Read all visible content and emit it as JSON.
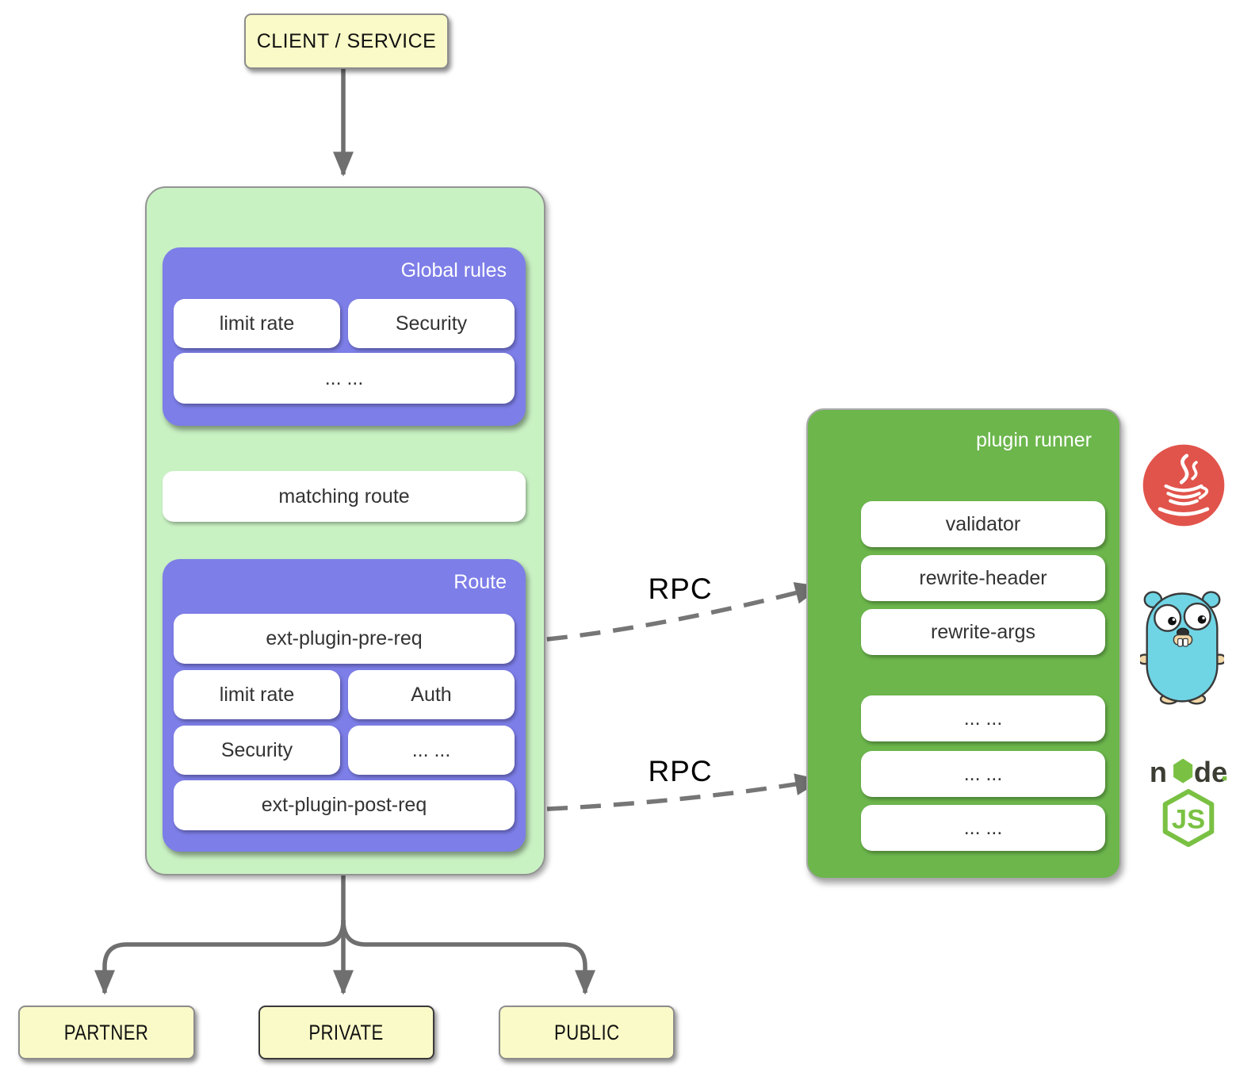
{
  "client": {
    "label": "CLIENT / SERVICE"
  },
  "gateway": {
    "global_rules": {
      "title": "Global rules",
      "items": [
        "limit rate",
        "Security",
        "... ..."
      ]
    },
    "matching_route": {
      "label": "matching route"
    },
    "route": {
      "title": "Route",
      "pre_plugin": "ext-plugin-pre-req",
      "items": [
        "limit rate",
        "Auth",
        "Security",
        "... ..."
      ],
      "post_plugin": "ext-plugin-post-req"
    }
  },
  "plugin_runner": {
    "title": "plugin runner",
    "rpc_group_top": [
      "validator",
      "rewrite-header",
      "rewrite-args"
    ],
    "rpc_group_bottom": [
      "... ...",
      "... ...",
      "... ..."
    ]
  },
  "rpc": {
    "top_label": "RPC",
    "bottom_label": "RPC"
  },
  "runtimes": {
    "java": "java-icon",
    "go": "go-gopher-icon",
    "node": {
      "text_prefix": "n",
      "text_suffix": "de",
      "hex_label": "JS"
    }
  },
  "downstream": {
    "items": [
      "PARTNER",
      "PRIVATE",
      "PUBLIC"
    ]
  },
  "colors": {
    "client_yellow": "#fafac8",
    "gateway_green": "#c9f2c3",
    "panel_purple": "#7d7ee8",
    "runner_green": "#6cb64c",
    "connector_gray": "#6f6f6f",
    "brace_teal": "#23606b",
    "java_red": "#e1544b",
    "gopher_blue": "#6fd4e4",
    "node_green": "#7ac143"
  }
}
